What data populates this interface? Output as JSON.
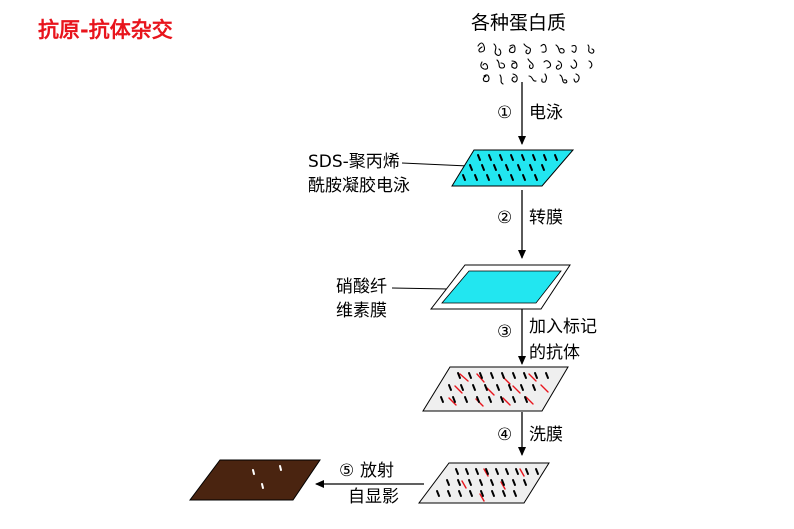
{
  "title": "抗原-抗体杂交",
  "top_label": "各种蛋白质",
  "steps": [
    {
      "num": "①",
      "label": "电泳"
    },
    {
      "num": "②",
      "label": "转膜"
    },
    {
      "num": "③",
      "label_line1": "加入标记",
      "label_line2": "的抗体"
    },
    {
      "num": "④",
      "label": "洗膜"
    },
    {
      "num": "⑤",
      "label_line1": "放射",
      "label_line2": "自显影"
    }
  ],
  "gel_label": {
    "line1": "SDS-聚丙烯",
    "line2": "酰胺凝胶电泳"
  },
  "membrane_label": {
    "line1": "硝酸纤",
    "line2": "维素膜"
  },
  "colors": {
    "title": "#e8141c",
    "gel": "#22e6f0",
    "membrane": "#22e6f0",
    "antibody": "#e8141c",
    "film": "#4a2410",
    "sheet": "#efefef"
  }
}
